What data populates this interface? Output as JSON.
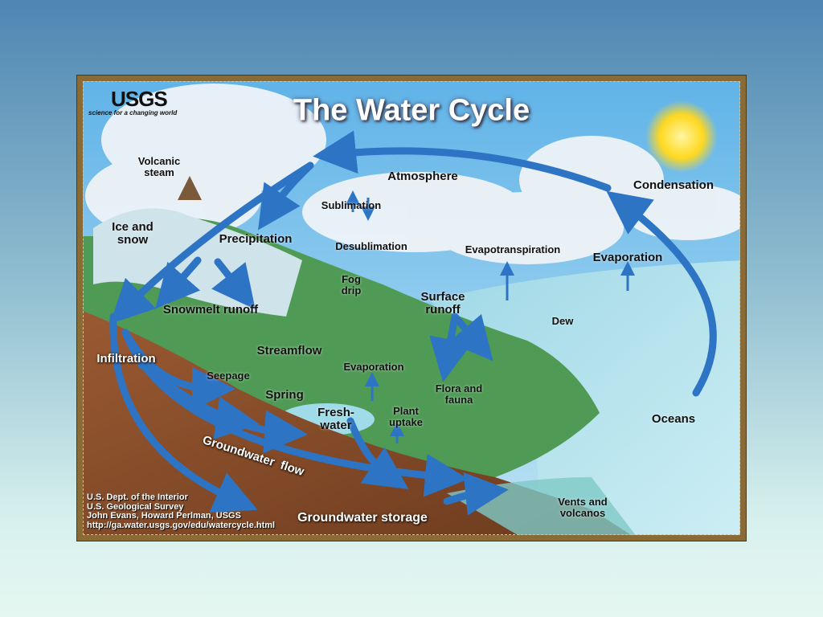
{
  "title": "The Water Cycle",
  "logo": {
    "name": "USGS",
    "tagline": "science for a changing world"
  },
  "labels": {
    "volcanic_steam": [
      "Volcanic",
      "steam"
    ],
    "ice_and_snow": [
      "Ice and",
      "snow"
    ],
    "precipitation": "Precipitation",
    "atmosphere": "Atmosphere",
    "sublimation": "Sublimation",
    "desublimation": "Desublimation",
    "condensation": "Condensation",
    "evapotranspiration": "Evapotranspiration",
    "evaporation_ocean": "Evaporation",
    "fog_drip": [
      "Fog",
      "drip"
    ],
    "surface_runoff": [
      "Surface",
      "runoff"
    ],
    "dew": "Dew",
    "snowmelt_runoff": "Snowmelt runoff",
    "streamflow": "Streamflow",
    "infiltration": "Infiltration",
    "seepage": "Seepage",
    "evaporation_lake": "Evaporation",
    "spring": "Spring",
    "flora_and_fauna": [
      "Flora and",
      "fauna"
    ],
    "freshwater": [
      "Fresh-",
      "water"
    ],
    "plant_uptake": [
      "Plant",
      "uptake"
    ],
    "oceans": "Oceans",
    "groundwater_flow": "Groundwater  flow",
    "vents_and_volcanos": [
      "Vents and",
      "volcanos"
    ],
    "groundwater_storage": "Groundwater storage"
  },
  "credits": [
    "U.S. Dept. of the Interior",
    "U.S. Geological Survey",
    "John Evans, Howard Perlman, USGS",
    "http://ga.water.usgs.gov/edu/watercycle.html"
  ]
}
